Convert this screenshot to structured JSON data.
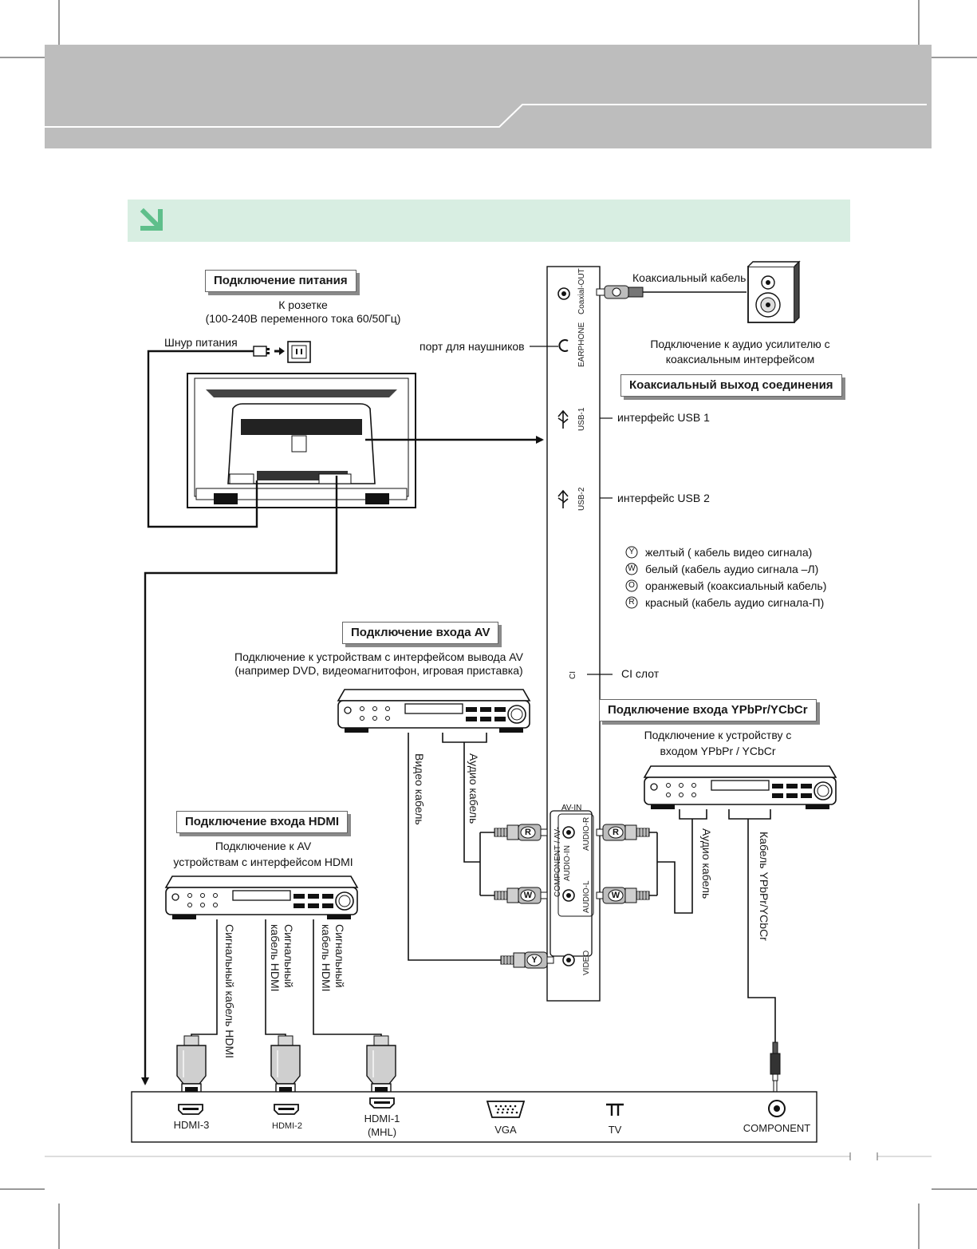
{
  "header": {
    "band_color": "#bdbdbd",
    "accent_color": "#d8eee2"
  },
  "power": {
    "title": "Подключение питания",
    "outlet_line1": "К розетке",
    "outlet_line2": "(100-240В переменного тока 60/50Гц)",
    "cord_label": "Шнур питания"
  },
  "side_panel": {
    "ports": {
      "coaxial": "Coaxial-OUT",
      "earphone": "EARPHONE",
      "usb1": "USB-1",
      "usb2": "USB-2",
      "ci": "CI",
      "av_in": "AV-IN",
      "audio_r": "AUDIO-R",
      "audio_l": "AUDIO-L",
      "component_av": "COMPONENT / AV-",
      "audio_in": "AUDIO-IN",
      "video": "VIDEO"
    },
    "coax_cable": "Коаксиальный кабель",
    "earphone_port": "порт для наушников",
    "amp_line1": "Подключение к аудио усилителю с",
    "amp_line2": "коаксиальным интерфейсом",
    "coax_title": "Коаксиальный выход соединения",
    "usb1_label": "интерфейс USB 1",
    "usb2_label": "интерфейс USB 2",
    "ci_label": "CI слот"
  },
  "legend": [
    {
      "letter": "Y",
      "text": "желтый ( кабель видео сигнала)"
    },
    {
      "letter": "W",
      "text": "белый (кабель аудио сигнала –Л)"
    },
    {
      "letter": "O",
      "text": "оранжевый (коаксиальный кабель)"
    },
    {
      "letter": "R",
      "text": "красный (кабель аудио сигнала-П)"
    }
  ],
  "av": {
    "title": "Подключение входа AV",
    "line1": "Подключение к устройствам с интерфейсом вывода AV",
    "line2": "(например DVD, видеомагнитофон, игровая приставка)",
    "video_cable": "Видео кабель",
    "audio_cable": "Аудио кабель"
  },
  "ypbpr": {
    "title": "Подключение входа YPbPr/YCbCr",
    "line1": "Подключение к устройству с",
    "line2": "входом YPbPr / YCbCr",
    "audio_cable": "Аудио кабель",
    "cable": "Кабель  YPbPr/YCbCr"
  },
  "hdmi": {
    "title": "Подключение входа HDMI",
    "line1": "Подключение к AV",
    "line2": "устройствам с  интерфейсом HDMI",
    "cable1": "Сигнальный кабель HDMI",
    "cable2a": "Сигнальный",
    "cable2b": "кабель HDMI",
    "cable3a": "Сигнальный",
    "cable3b": "кабель HDMI"
  },
  "plug_letters": {
    "r": "R",
    "w": "W",
    "y": "Y"
  },
  "bottom_ports": {
    "hdmi3": "HDMI-3",
    "hdmi2": "HDMI-2",
    "hdmi1a": "HDMI-1",
    "hdmi1b": "(MHL)",
    "vga": "VGA",
    "tv": "TV",
    "component": "COMPONENT"
  }
}
